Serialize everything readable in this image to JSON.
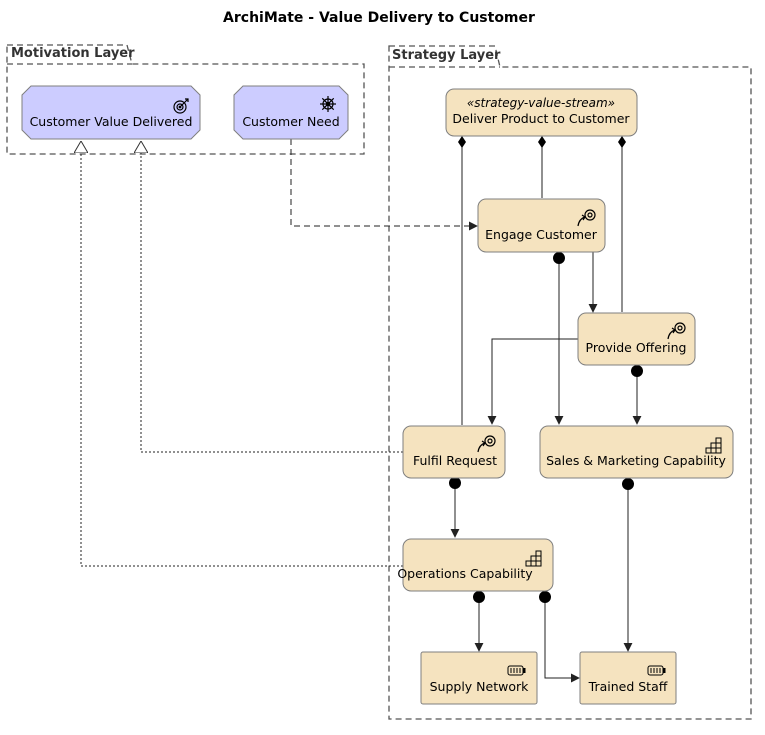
{
  "title": "ArchiMate - Value Delivery to Customer",
  "colors": {
    "motivation_fill": "#ccccff",
    "strategy_fill": "#f5e3bf",
    "node_stroke": "#7f7f7f",
    "edge": "#222222",
    "group_stroke": "#555555"
  },
  "groups": {
    "motivation": {
      "label": "Motivation Layer"
    },
    "strategy": {
      "label": "Strategy Layer"
    }
  },
  "nodes": {
    "customer_value": {
      "label": "Customer Value Delivered",
      "type": "outcome",
      "icon": "outcome-target-icon"
    },
    "customer_need": {
      "label": "Customer Need",
      "type": "driver",
      "icon": "driver-wheel-icon"
    },
    "value_stream": {
      "stereotype": "«strategy-value-stream»",
      "label": "Deliver Product to Customer",
      "type": "value-stream"
    },
    "engage": {
      "label": "Engage Customer",
      "type": "course-of-action",
      "icon": "course-of-action-icon"
    },
    "offering": {
      "label": "Provide Offering",
      "type": "course-of-action",
      "icon": "course-of-action-icon"
    },
    "fulfil": {
      "label": "Fulfil Request",
      "type": "course-of-action",
      "icon": "course-of-action-icon"
    },
    "sales": {
      "label": "Sales & Marketing Capability",
      "type": "capability",
      "icon": "capability-stairs-icon"
    },
    "operations": {
      "label": "Operations Capability",
      "type": "capability",
      "icon": "capability-stairs-icon"
    },
    "supply": {
      "label": "Supply Network",
      "type": "resource",
      "icon": "resource-battery-icon"
    },
    "staff": {
      "label": "Trained Staff",
      "type": "resource",
      "icon": "resource-battery-icon"
    }
  },
  "edges": [
    {
      "from": "value_stream",
      "to": "fulfil",
      "type": "composition"
    },
    {
      "from": "value_stream",
      "to": "engage",
      "type": "composition"
    },
    {
      "from": "value_stream",
      "to": "offering",
      "type": "composition"
    },
    {
      "from": "customer_need",
      "to": "engage",
      "type": "influence"
    },
    {
      "from": "engage",
      "to": "offering",
      "type": "triggering"
    },
    {
      "from": "offering",
      "to": "fulfil",
      "type": "triggering"
    },
    {
      "from": "engage",
      "to": "sales",
      "type": "assignment"
    },
    {
      "from": "offering",
      "to": "sales",
      "type": "assignment"
    },
    {
      "from": "fulfil",
      "to": "operations",
      "type": "assignment"
    },
    {
      "from": "fulfil",
      "to": "customer_value",
      "type": "realization"
    },
    {
      "from": "operations",
      "to": "customer_value",
      "type": "realization"
    },
    {
      "from": "operations",
      "to": "supply",
      "type": "assignment"
    },
    {
      "from": "operations",
      "to": "staff",
      "type": "assignment"
    },
    {
      "from": "sales",
      "to": "staff",
      "type": "assignment"
    }
  ]
}
